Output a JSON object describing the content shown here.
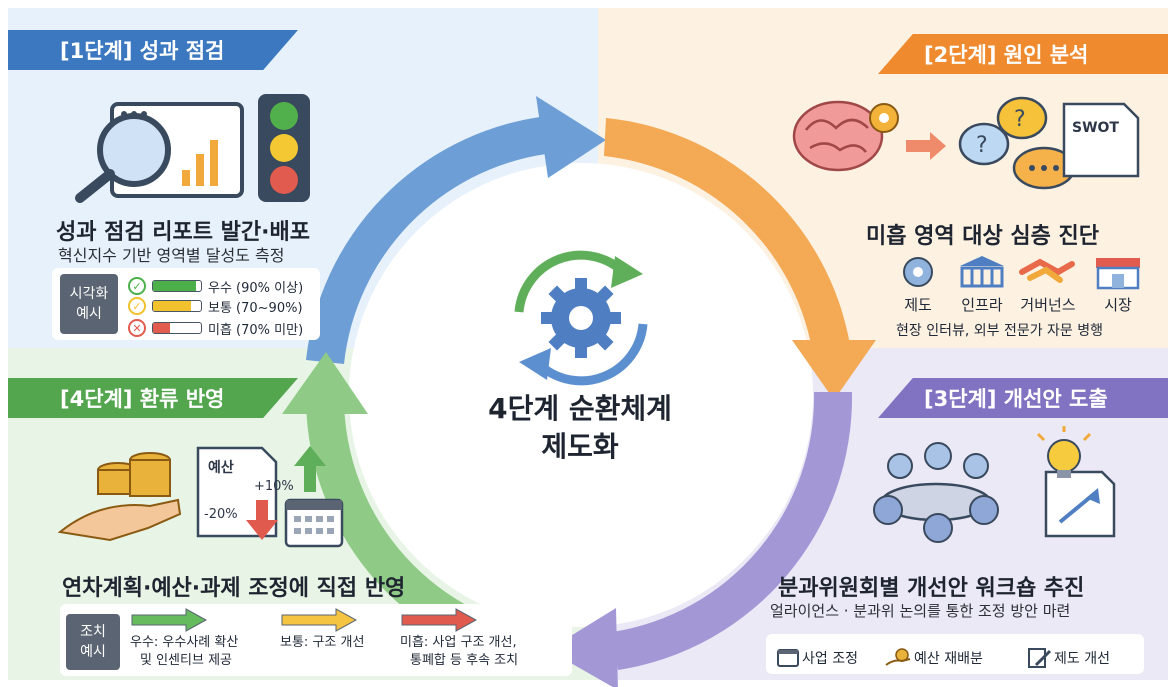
{
  "center": {
    "line1": "4단계 순환체계",
    "line2": "제도화"
  },
  "stage1": {
    "banner": "[1단계] 성과 점검",
    "title": "성과 점검 리포트 발간·배포",
    "subtitle": "혁신지수 기반 영역별 달성도 측정",
    "viz_label_1": "시각화",
    "viz_label_2": "예시",
    "levels": [
      {
        "label": "우수 (90% 이상)",
        "fill": 0.9,
        "color": "#4cb04a",
        "icon": "✓"
      },
      {
        "label": "보통 (70~90%)",
        "fill": 0.8,
        "color": "#f2c12e",
        "icon": "✓"
      },
      {
        "label": "미흡 (70% 미만)",
        "fill": 0.35,
        "color": "#e25b4f",
        "icon": "✕"
      }
    ]
  },
  "stage2": {
    "banner": "[2단계] 원인 분석",
    "swot": "SWOT",
    "title": "미흡 영역 대상 심층 진단",
    "categories": [
      "제도",
      "인프라",
      "거버넌스",
      "시장"
    ],
    "note": "현장 인터뷰, 외부 전문가 자문 병행"
  },
  "stage3": {
    "banner": "[3단계] 개선안 도출",
    "title": "분과위원회별 개선안 워크숍 추진",
    "subtitle": "얼라이언스 · 분과위 논의를 통한 조정 방안 마련",
    "tools": [
      "사업 조정",
      "예산 재배분",
      "제도 개선"
    ]
  },
  "stage4": {
    "banner": "[4단계] 환류 반영",
    "budget_label": "예산",
    "plus": "+10%",
    "minus": "-20%",
    "title": "연차계획·예산·과제 조정에 직접 반영",
    "action_label_1": "조치",
    "action_label_2": "예시",
    "actions": [
      {
        "text1": "우수: 우수사례 확산",
        "text2": "및 인센티브 제공",
        "color": "#66bb5c"
      },
      {
        "text1": "보통: 구조 개선",
        "text2": "",
        "color": "#f5c542"
      },
      {
        "text1": "미흡: 사업 구조 개선,",
        "text2": "통폐합 등 후속 조치",
        "color": "#e05a4e"
      }
    ]
  },
  "colors": {
    "blue": "#3b78c0",
    "orange": "#ef8a2e",
    "purple": "#8272c2",
    "green": "#54a64e"
  }
}
